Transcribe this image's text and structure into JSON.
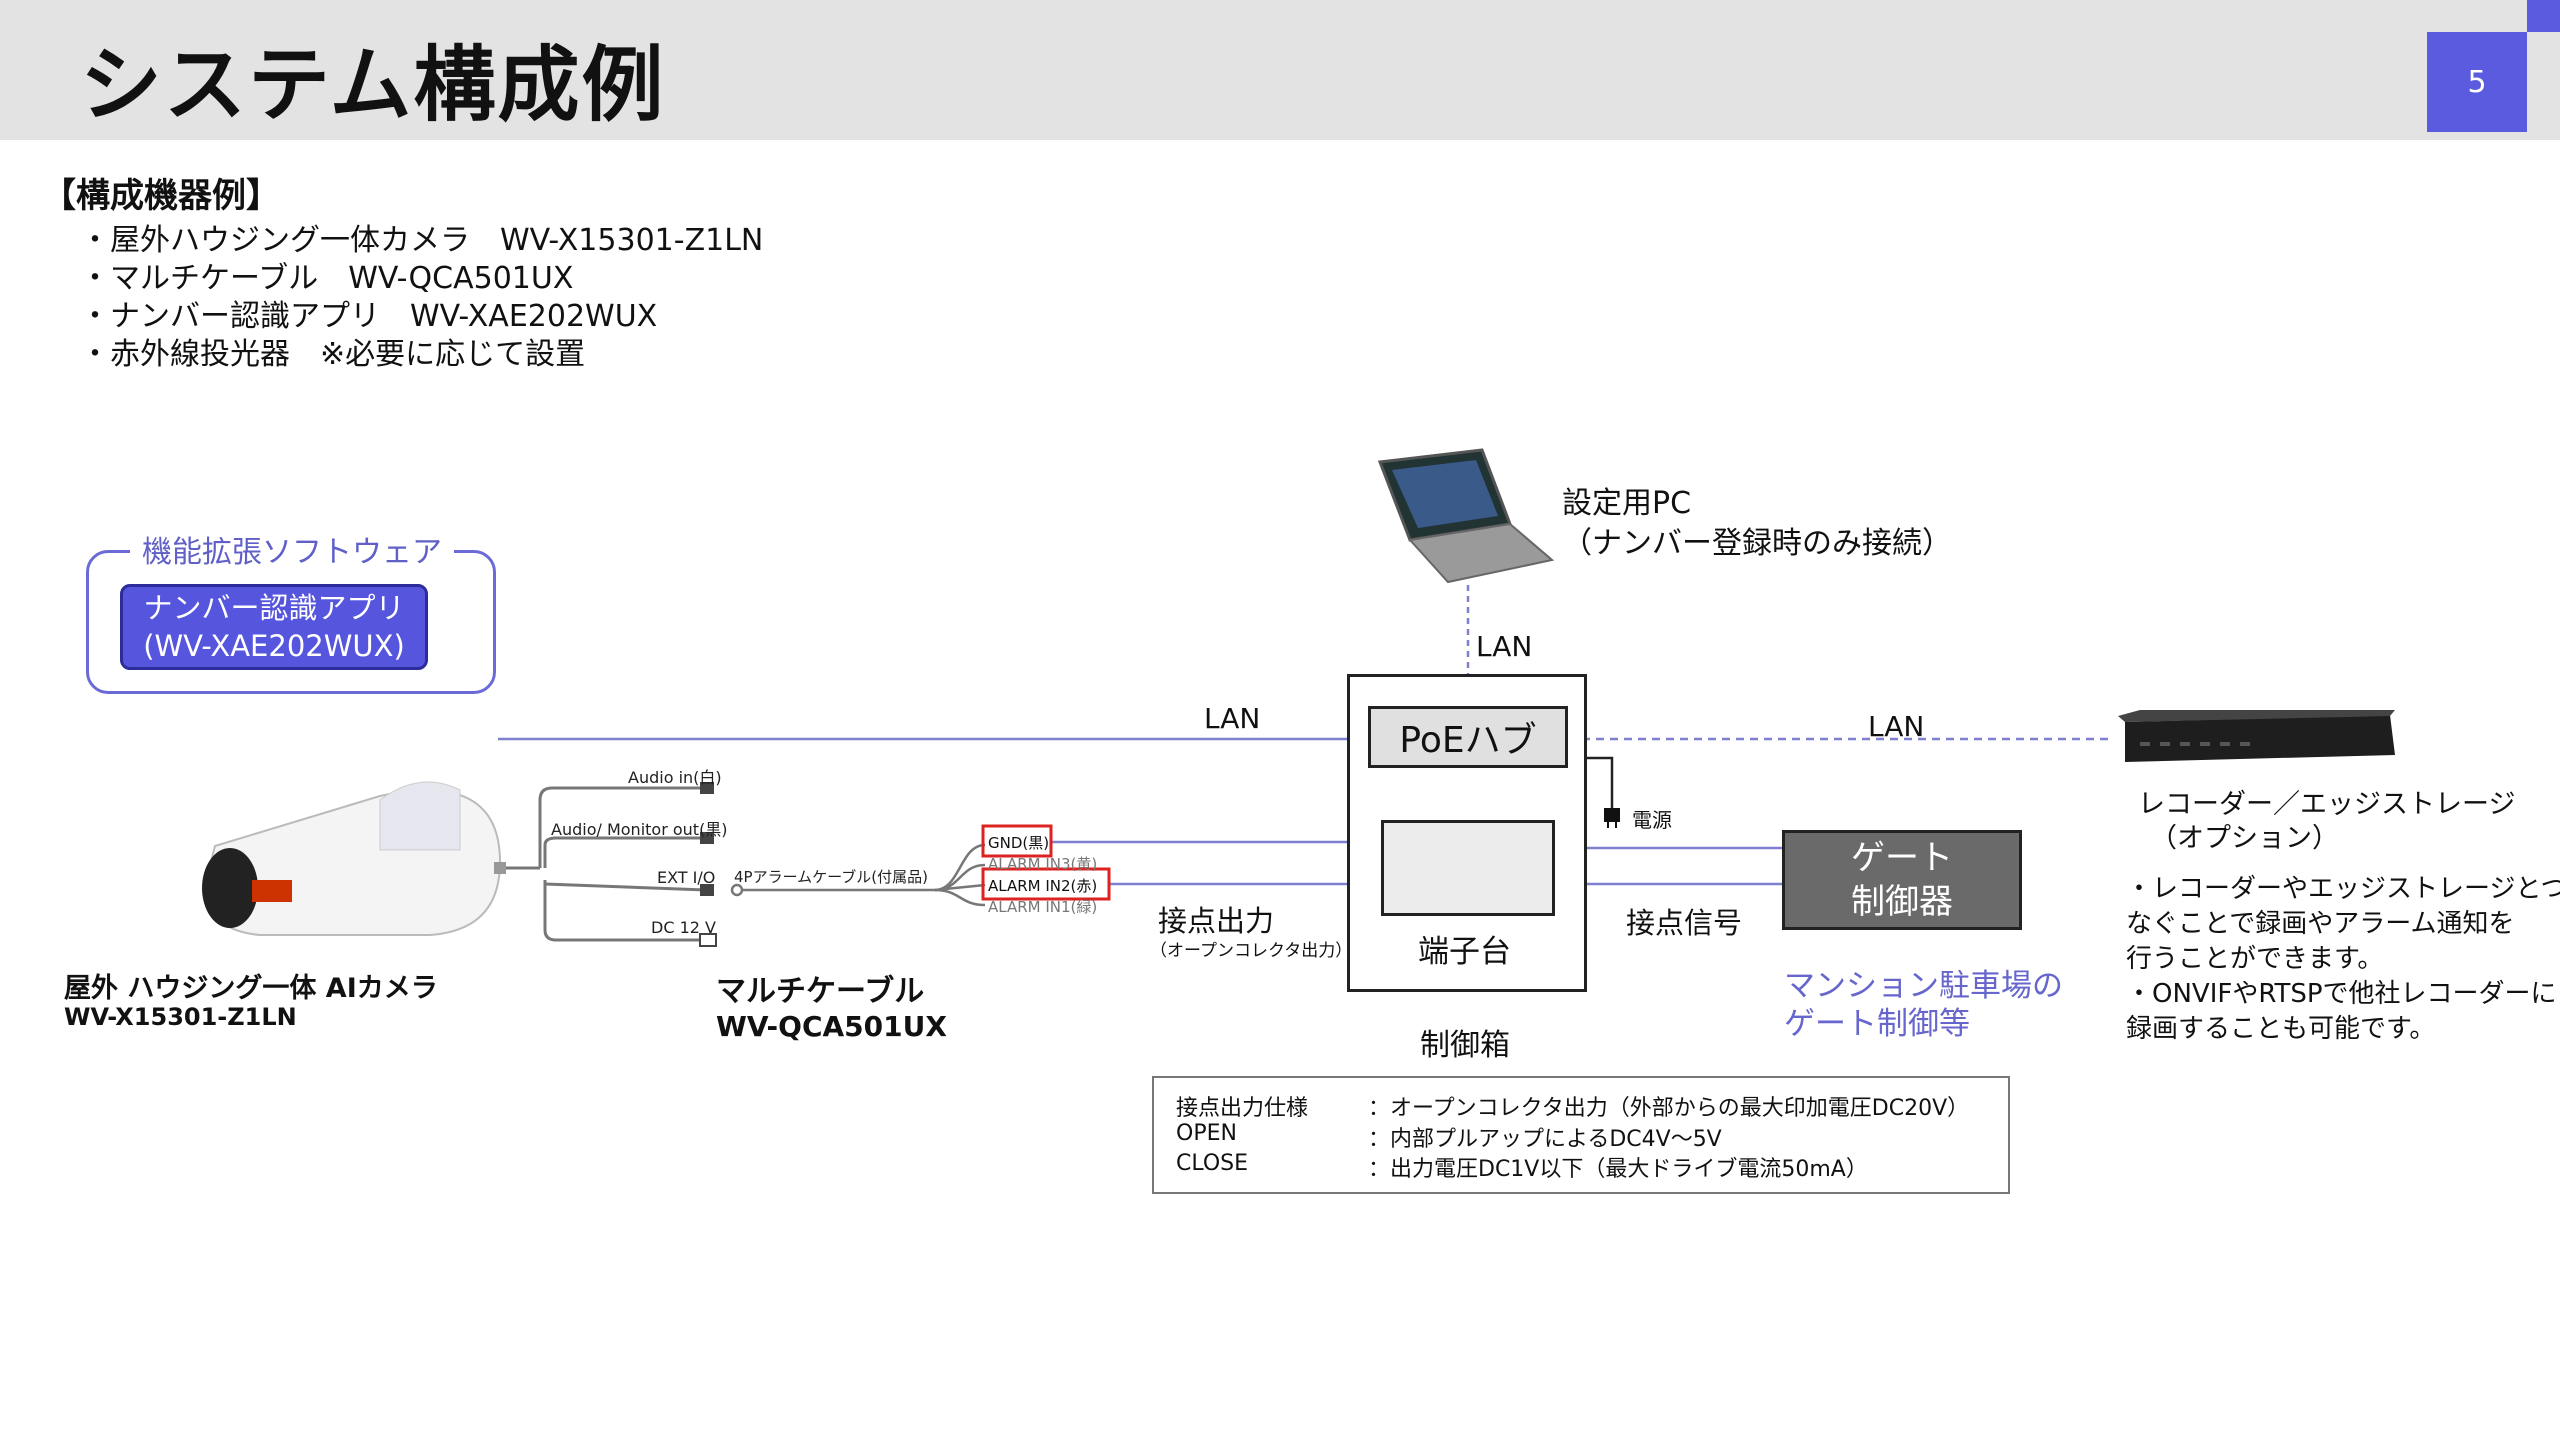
{
  "page": {
    "title": "システム構成例",
    "page_number": "5"
  },
  "components": {
    "heading": "【構成機器例】",
    "items": [
      "・屋外ハウジング一体カメラ　WV-X15301-Z1LN",
      "・マルチケーブル　WV-QCA501UX",
      "・ナンバー認識アプリ　WV-XAE202WUX",
      "・赤外線投光器　※必要に応じて設置"
    ]
  },
  "software": {
    "group_label": "機能拡張ソフトウェア",
    "app_line1": "ナンバー認識アプリ",
    "app_line2": "(WV-XAE202WUX)"
  },
  "camera": {
    "name": "屋外 ハウジング一体 AIカメラ",
    "model": "WV-X15301-Z1LN"
  },
  "cable": {
    "name": "マルチケーブル",
    "model": "WV-QCA501UX",
    "connectors": [
      "Audio in(白)",
      "Audio/ Monitor out(黒)",
      "EXT I/O",
      "DC 12 V"
    ],
    "alarm_cable": "4Pアラームケーブル(付属品)",
    "alarm_wires": [
      "GND(黒)",
      "ALARM IN3(黄)",
      "ALARM IN2(赤)",
      "ALARM IN1(緑)"
    ]
  },
  "pc": {
    "label_line1": "設定用PC",
    "label_line2": "（ナンバー登録時のみ接続）"
  },
  "network": {
    "lan_left": "LAN",
    "lan_top": "LAN",
    "lan_right": "LAN",
    "power": "電源"
  },
  "control_box": {
    "poe_hub": "PoEハブ",
    "terminal": "端子台",
    "label": "制御箱"
  },
  "contact": {
    "output": "接点出力",
    "output_sub": "（オープンコレクタ出力）",
    "signal": "接点信号"
  },
  "gate": {
    "line1": "ゲート",
    "line2": "制御器",
    "location_line1": "マンション駐車場の",
    "location_line2": "ゲート制御等"
  },
  "recorder": {
    "label_line1": "レコーダー／エッジストレージ",
    "label_line2": "（オプション）",
    "notes": [
      "・レコーダーやエッジストレージとつ",
      "なぐことで録画やアラーム通知を",
      "行うことができます。",
      "・ONVIFやRTSPで他社レコーダーに",
      "録画することも可能です。"
    ]
  },
  "spec": {
    "rows": [
      {
        "key": "接点出力仕様",
        "value": "：オープンコレクタ出力（外部からの最大印加電圧DC20V）"
      },
      {
        "key": "OPEN",
        "value": "：内部プルアップによるDC4V～5V"
      },
      {
        "key": "CLOSE",
        "value": "：出力電圧DC1V以下（最大ドライブ電流50mA）"
      }
    ]
  },
  "colors": {
    "accent": "#5b5be0",
    "lan_line": "#8080d0",
    "highlight": "#dd2222",
    "gate_box": "#6a6a6a",
    "header_band": "#e3e3e3"
  }
}
